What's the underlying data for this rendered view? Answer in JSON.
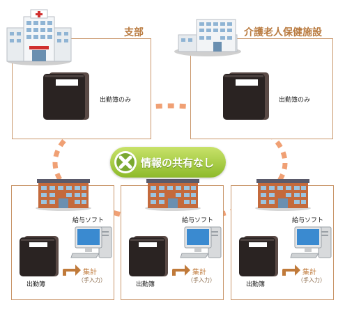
{
  "top_left": {
    "title": "支部",
    "book_label": "出勤簿のみ",
    "icon": "hospital-building-icon"
  },
  "top_right": {
    "title": "介護老人保健施設",
    "book_label": "出勤簿のみ",
    "icon": "care-facility-building-icon"
  },
  "no_sharing_badge": {
    "text": "情報の共有なし",
    "icon": "x-mark-icon",
    "color": "#9bc53d"
  },
  "branches": [
    {
      "software_label": "給与ソフト",
      "book_label": "出勤簿",
      "calc_label": "集計",
      "calc_note": "（手入力）"
    },
    {
      "software_label": "給与ソフト",
      "book_label": "出勤簿",
      "calc_label": "集計",
      "calc_note": "（手入力）"
    },
    {
      "software_label": "給与ソフト",
      "book_label": "出勤簿",
      "calc_label": "集計",
      "calc_note": "（手入力）"
    }
  ],
  "colors": {
    "frame": "#c9966a",
    "title": "#b97a3f",
    "dash": "#f0a074",
    "arrow": "#c07a3a"
  }
}
